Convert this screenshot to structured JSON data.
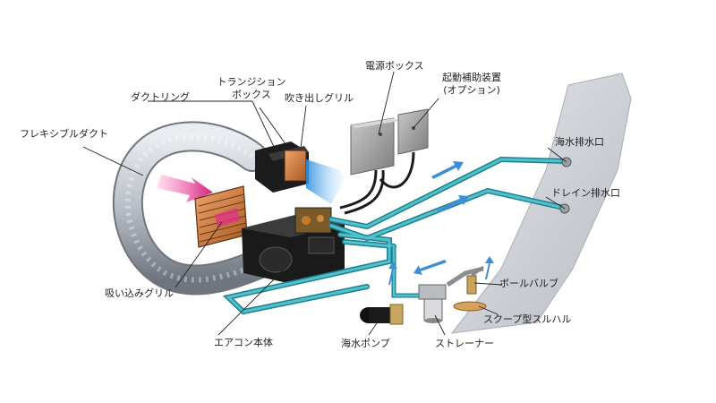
{
  "labels": {
    "flexible_duct": "フレキシブルダクト",
    "duct_ring": "ダクトリング",
    "transition_box_line1": "トランジション",
    "transition_box_line2": "ボックス",
    "outlet_grille": "吹き出しグリル",
    "power_box": "電源ボックス",
    "start_assist_line1": "起動補助装置",
    "start_assist_line2": "(オプション)",
    "seawater_outlet": "海水排水口",
    "drain_outlet": "ドレイン排水口",
    "intake_grille": "吸い込みグリル",
    "aircon_unit": "エアコン本体",
    "ball_valve": "ボールバルブ",
    "scoop_hull": "スクープ型スルハル",
    "seawater_pump": "海水ポンプ",
    "strainer": "ストレーナー"
  },
  "colors": {
    "pipe": "#3aa9b6",
    "pipe_dark": "#1f7f8a",
    "duct": "#b9bec6",
    "duct_dark": "#7d838c",
    "hull": "#c9ccd3",
    "cold_air": "#5ab4ea",
    "hot_air": "#e0308a",
    "box": "#9a9a9a",
    "unit": "#1e1e1e",
    "flow_arrow": "#3b8fd6",
    "leader": "#222222"
  }
}
